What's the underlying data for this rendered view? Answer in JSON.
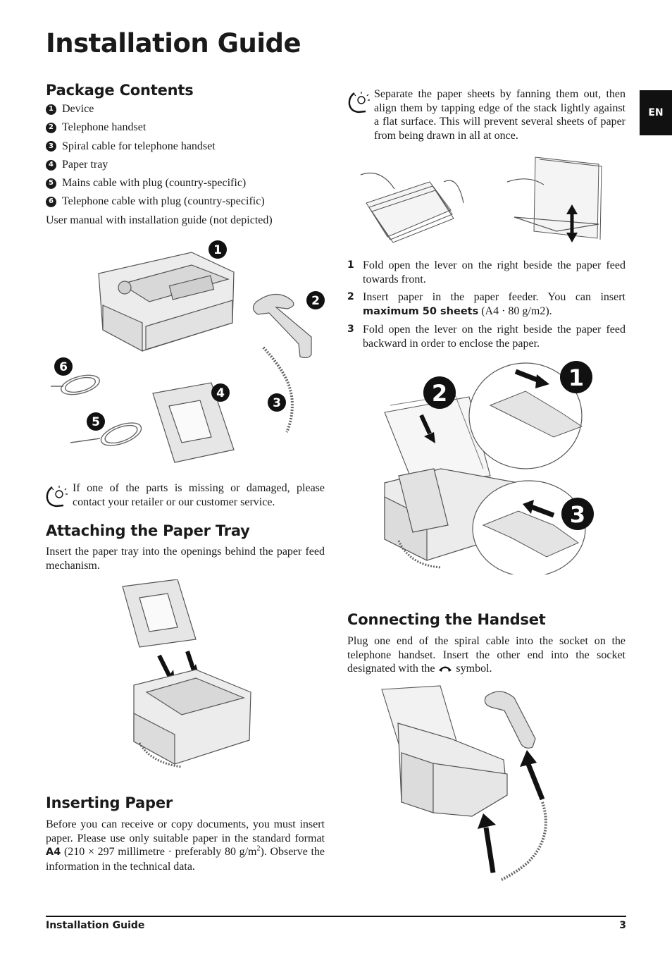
{
  "page_title": "Installation Guide",
  "language_tab": "EN",
  "package_contents": {
    "heading": "Package Contents",
    "items": [
      {
        "num": "1",
        "label": "Device"
      },
      {
        "num": "2",
        "label": "Telephone handset"
      },
      {
        "num": "3",
        "label": "Spiral cable for telephone handset"
      },
      {
        "num": "4",
        "label": "Paper tray"
      },
      {
        "num": "5",
        "label": "Mains cable with plug (country-specific)"
      },
      {
        "num": "6",
        "label": "Telephone cable with plug (country-specific)"
      }
    ],
    "note": "User manual with installation guide (not depicted)",
    "figure_callouts": [
      "1",
      "2",
      "3",
      "4",
      "5",
      "6"
    ],
    "tip": "If one of the parts is missing or damaged, please contact your retailer or our customer service."
  },
  "attaching_tray": {
    "heading": "Attaching the Paper Tray",
    "text": "Insert the paper tray into the openings behind the paper feed mechanism."
  },
  "inserting_paper": {
    "heading": "Inserting Paper",
    "text_before": "Before you can receive or copy documents, you must insert paper. Please use only suitable paper in the standard format ",
    "format_bold": "A4",
    "text_mid": " (210 × 297 millimetre · preferably 80 g/m",
    "superscript": "2",
    "text_after": "). Observe the information in the technical data."
  },
  "fanning_tip": "Separate the paper sheets by fanning them out, then align them by tapping edge of the stack lightly against a flat surface. This will prevent several sheets of paper from being drawn in all at once.",
  "steps": [
    {
      "n": "1",
      "text": "Fold open the lever on the right beside the paper feed towards front."
    },
    {
      "n": "2",
      "text_before": "Insert paper in the paper feeder. You can insert ",
      "bold": "maximum 50 sheets",
      "text_after": " (A4 · 80 g/m2)."
    },
    {
      "n": "3",
      "text": "Fold open the lever on the right beside the paper feed backward in order to enclose the paper."
    }
  ],
  "paper_figure_callouts": [
    "2",
    "1",
    "3"
  ],
  "connecting_handset": {
    "heading": "Connecting the Handset",
    "text_before": "Plug one end of the spiral cable into the socket on the telephone handset. Insert the other end into the socket designated with the ",
    "text_after": " symbol."
  },
  "footer": {
    "left": "Installation Guide",
    "page": "3"
  }
}
